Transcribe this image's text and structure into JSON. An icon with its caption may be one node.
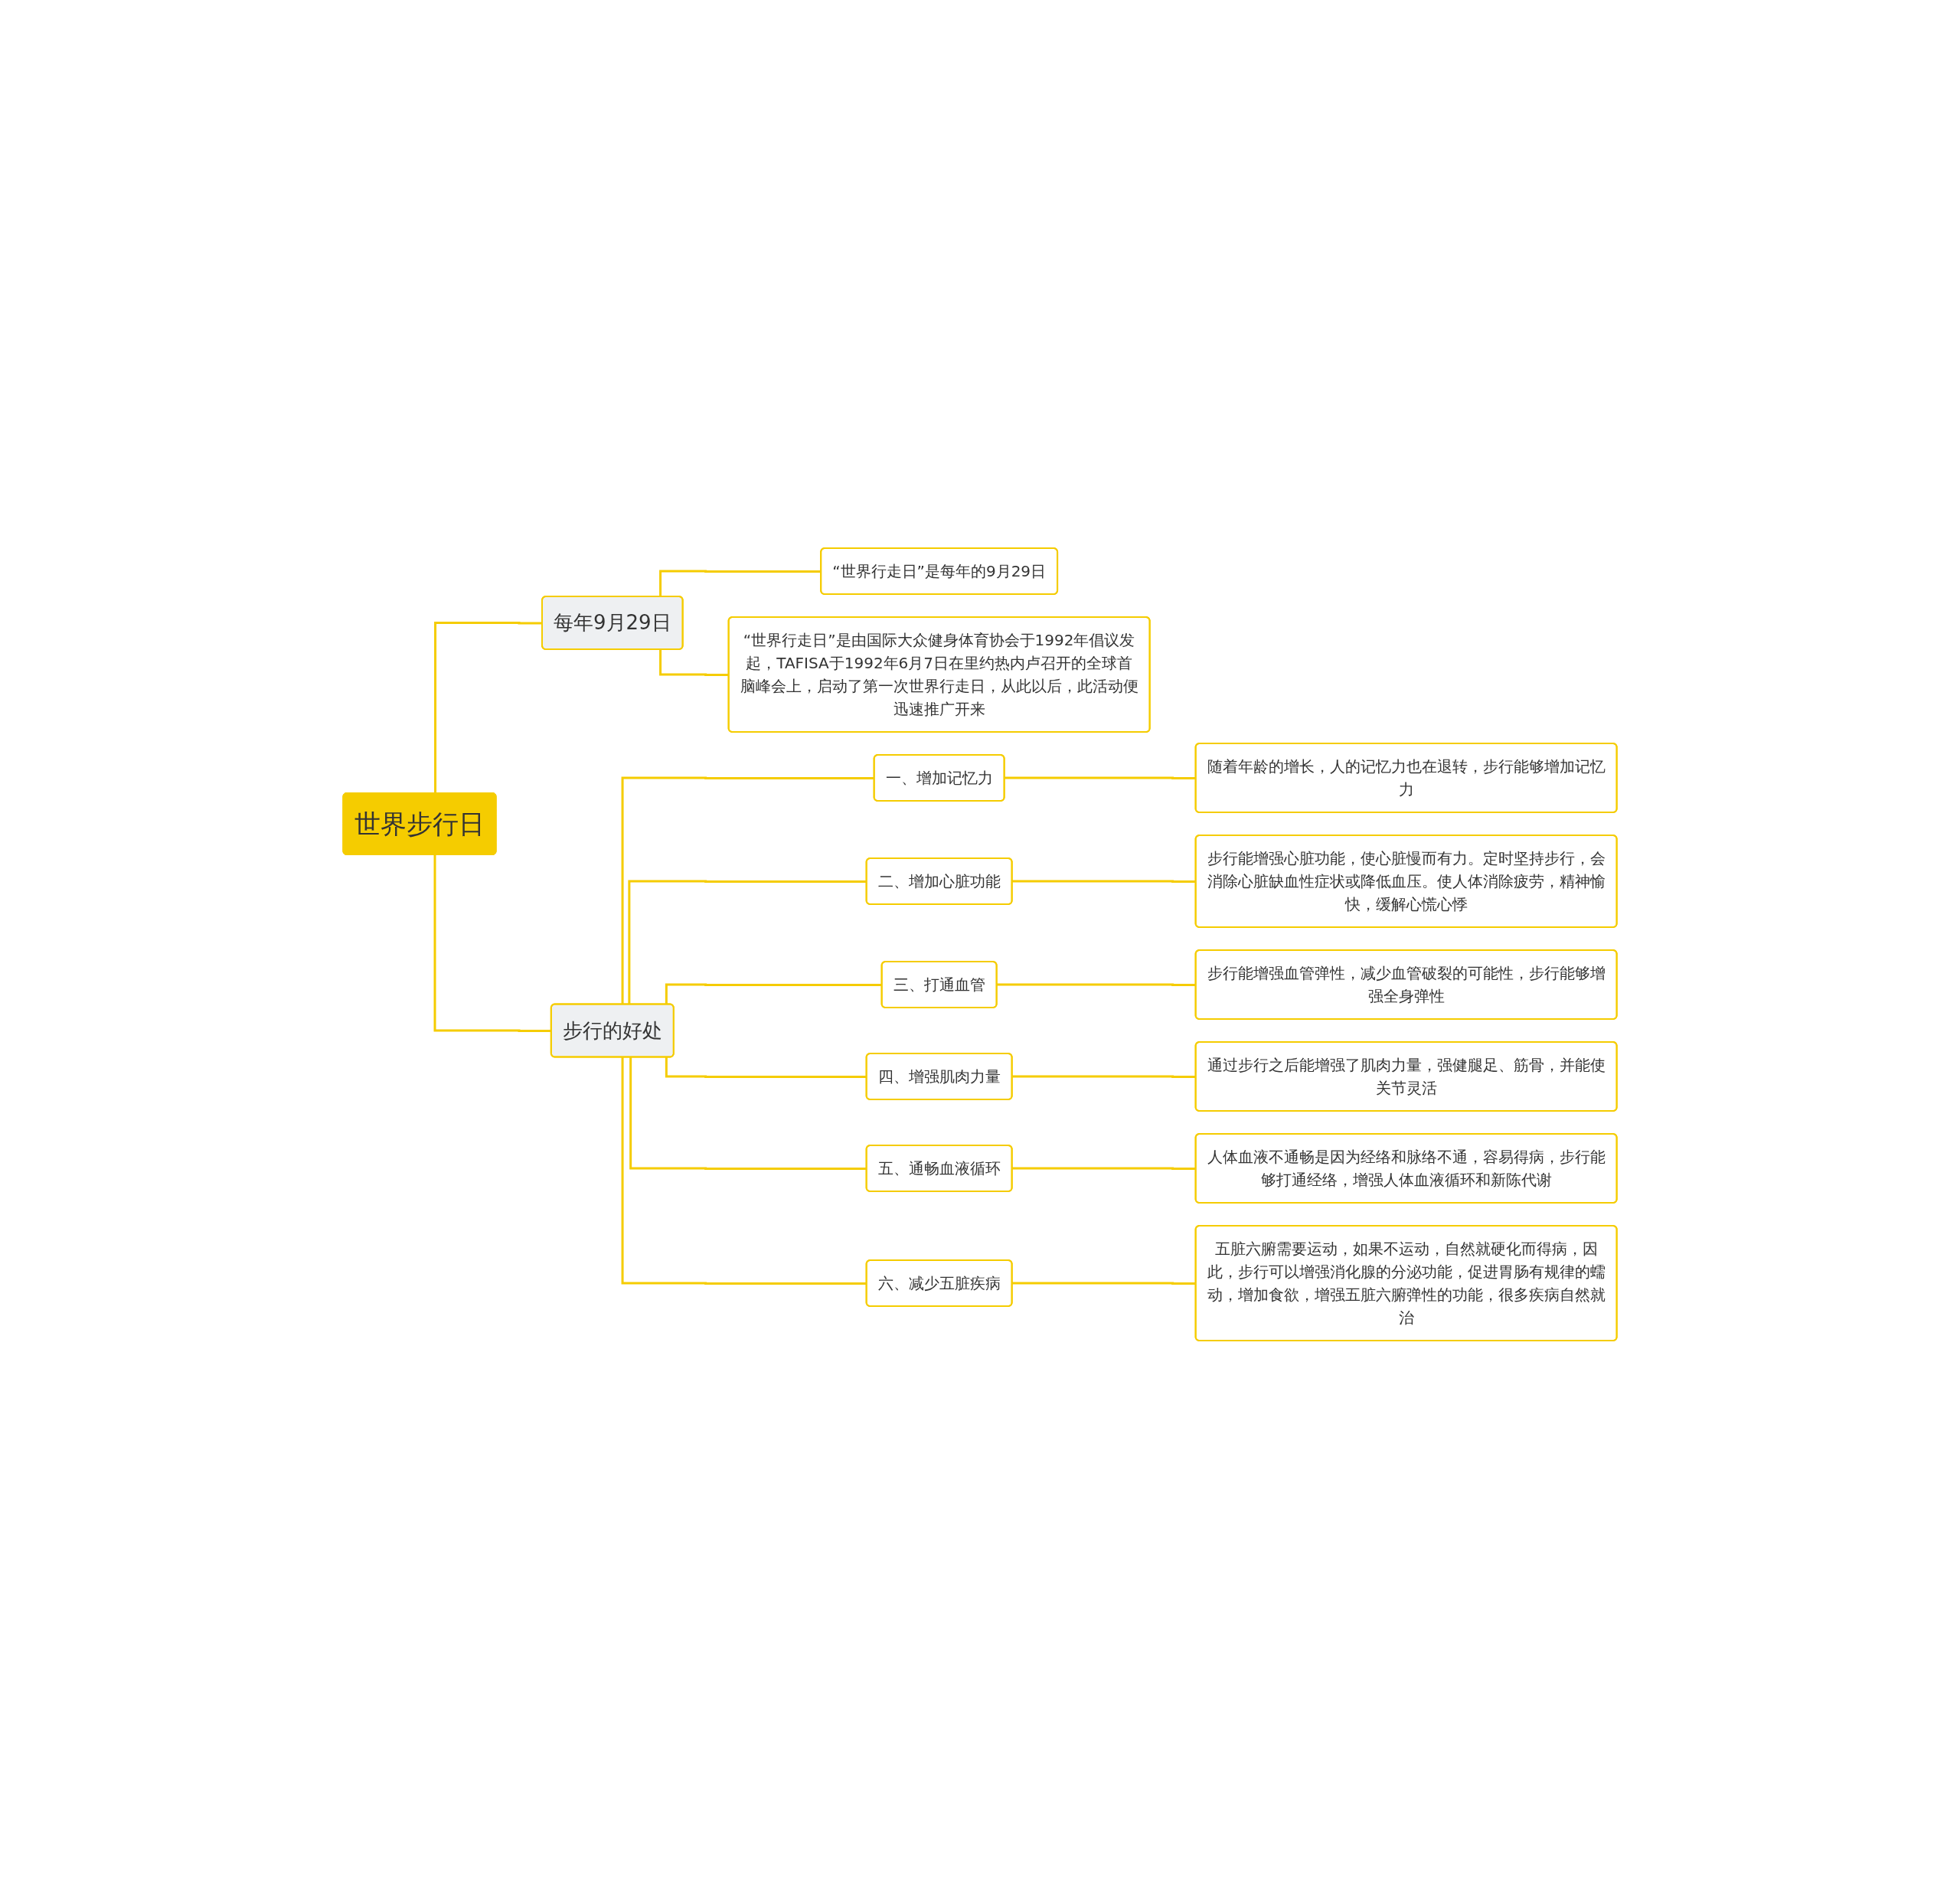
{
  "diagram": {
    "nodes": [
      {
        "text": [
          "世界步行日"
        ]
      },
      {
        "text": [
          "每年9月29日"
        ]
      },
      {
        "text": [
          "“世界行走日”是每年的9月29日"
        ]
      },
      {
        "text": [
          "“世界行走日”是由国际大众健身体育协会于1992年倡议发起，TAFISA于1992年6月7日在里约热内卢召开的全球首脑峰会上，启动了第一次世界行走日，从此以后，此活动便迅速推广开来"
        ]
      },
      {
        "text": [
          "步行的好处"
        ]
      },
      {
        "text": [
          "一、增加记忆力"
        ]
      },
      {
        "text": [
          "随着年龄的增长，人的记忆力也在退转，步行能够增加记忆力"
        ]
      },
      {
        "text": [
          "二、增加心脏功能"
        ]
      },
      {
        "text": [
          "步行能增强心脏功能，使心脏慢而有力。定时坚持步行，会消除心脏缺血性症状或降低血压。使人体消除疲劳，精神愉快，缓解心慌心悸"
        ]
      },
      {
        "text": [
          "三、打通血管"
        ]
      },
      {
        "text": [
          "步行能增强血管弹性，减少血管破裂的可能性，步行能够增强全身弹性"
        ]
      },
      {
        "text": [
          "四、增强肌肉力量"
        ]
      },
      {
        "text": [
          "通过步行之后能增强了肌肉力量，强健腿足、筋骨，并能使关节灵活"
        ]
      },
      {
        "text": [
          "五、通畅血液循环"
        ]
      },
      {
        "text": [
          "人体血液不通畅是因为经络和脉络不通，容易得病，步行能够打通经络，增强人体血液循环和新陈代谢"
        ]
      },
      {
        "text": [
          "六、减少五脏疾病"
        ]
      },
      {
        "text": [
          "五脏六腑需要运动，如果不运动，自然就硬化而得病，因此，步行可以增强消化腺的分泌功能，促进胃肠有规律的蠕动，增加食欲，增强五脏六腑弹性的功能，很多疾病自然就治"
        ]
      }
    ],
    "edges": [
      {
        "from": 0,
        "to": 1,
        "arrow": "none"
      },
      {
        "from": 1,
        "to": 2,
        "arrow": "none"
      },
      {
        "from": 1,
        "to": 3,
        "arrow": "none"
      },
      {
        "from": 0,
        "to": 4,
        "arrow": "none"
      },
      {
        "from": 4,
        "to": 5,
        "arrow": "none"
      },
      {
        "from": 5,
        "to": 6,
        "arrow": "none"
      },
      {
        "from": 4,
        "to": 7,
        "arrow": "none"
      },
      {
        "from": 7,
        "to": 8,
        "arrow": "none"
      },
      {
        "from": 4,
        "to": 9,
        "arrow": "none"
      },
      {
        "from": 9,
        "to": 10,
        "arrow": "none"
      },
      {
        "from": 4,
        "to": 11,
        "arrow": "none"
      },
      {
        "from": 11,
        "to": 12,
        "arrow": "none"
      },
      {
        "from": 4,
        "to": 13,
        "arrow": "none"
      },
      {
        "from": 13,
        "to": 14,
        "arrow": "none"
      },
      {
        "from": 4,
        "to": 15,
        "arrow": "none"
      },
      {
        "from": 15,
        "to": 16,
        "arrow": "none"
      }
    ]
  }
}
